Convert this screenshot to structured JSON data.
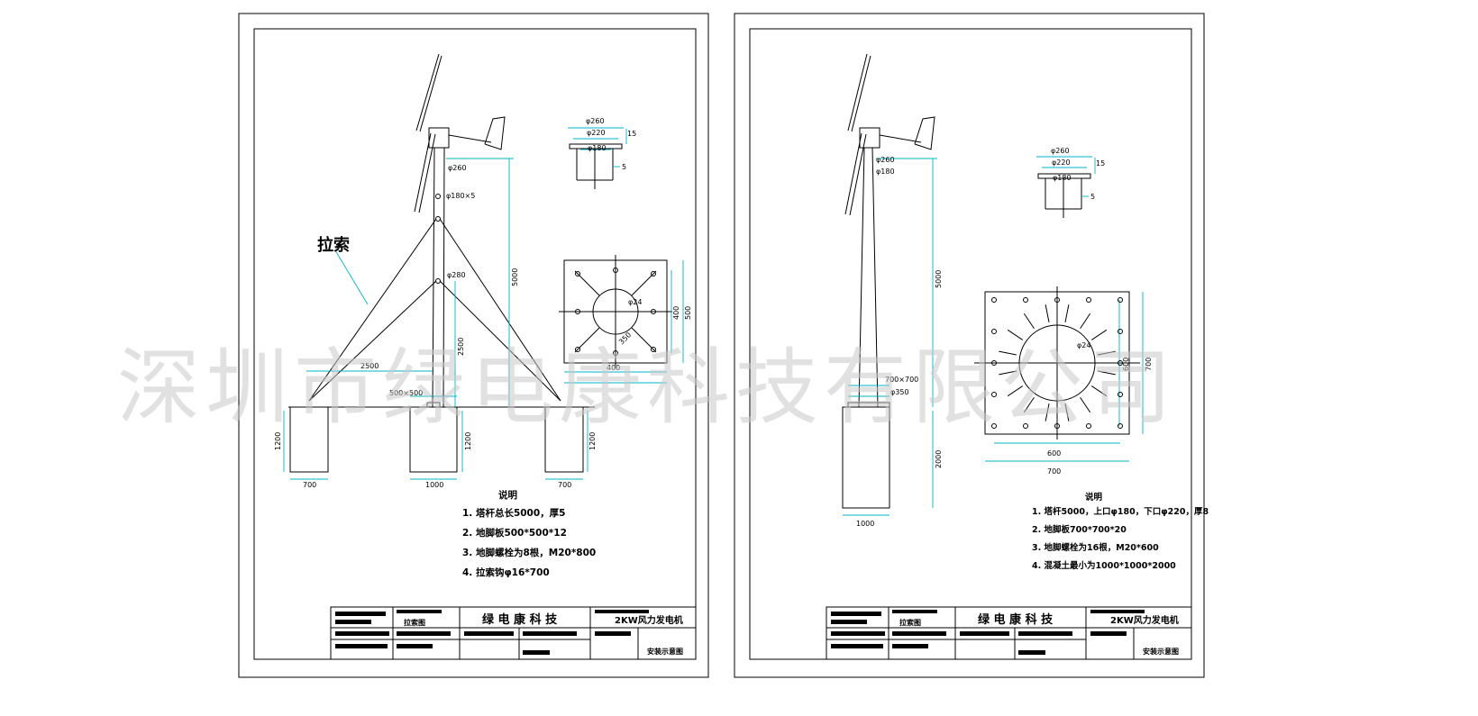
{
  "sheets": [
    {
      "id": "left",
      "label_guy_wire": "拉索",
      "dims": {
        "top_diameter": "φ260",
        "mast_spec": "φ180×5",
        "mid_diameter": "φ280",
        "height_total": "5000",
        "height_lower": "2500",
        "guy_span": "2500",
        "base_plate": "500×500",
        "foundation_depth": "1200",
        "foundation_width_side": "700",
        "foundation_width_center": "1000",
        "detail_d1": "φ260",
        "detail_d2": "φ220",
        "detail_d3": "φ180",
        "detail_h": "15",
        "detail_t": "5",
        "plate_hole": "φ24",
        "plate_inner": "400",
        "plate_outer": "500",
        "plate_bottom": "400",
        "plate_diag": "350"
      },
      "notes_title": "说明",
      "notes": [
        "1. 塔杆总长5000，厚5",
        "2. 地脚板500*500*12",
        "3. 地脚螺栓为8根，M20*800",
        "4. 拉索钩φ16*700"
      ],
      "title_block": {
        "company": "绿 电 康 科 技",
        "product": "2KW风力发电机",
        "drawing": "安装示意图",
        "cell": "拉索图"
      }
    },
    {
      "id": "right",
      "dims": {
        "top_diameter": "φ260",
        "bottom_diameter": "φ180",
        "height_total": "5000",
        "foundation_height": "2000",
        "foundation_width": "1000",
        "base_plate": "700×700",
        "anchor": "φ350",
        "detail_d1": "φ260",
        "detail_d2": "φ220",
        "detail_d3": "φ180",
        "detail_h": "15",
        "detail_t": "5",
        "plate_hole": "φ24",
        "plate_inner": "600",
        "plate_outer": "700",
        "plate_bottom_inner": "600",
        "plate_bottom_outer": "700"
      },
      "notes_title": "说明",
      "notes": [
        "1. 塔杆5000，上口φ180，下口φ220，厚8",
        "2. 地脚板700*700*20",
        "3. 地脚螺栓为16根，M20*600",
        "4. 混凝土最小为1000*1000*2000"
      ],
      "title_block": {
        "company": "绿 电 康 科 技",
        "product": "2KW风力发电机",
        "drawing": "安装示意图",
        "cell": "拉索图"
      }
    }
  ],
  "watermark": "深圳市绿电康科技有限公司",
  "colors": {
    "dimension": "#00b4cc",
    "line": "#000000",
    "watermark": "#c9c9c9"
  }
}
